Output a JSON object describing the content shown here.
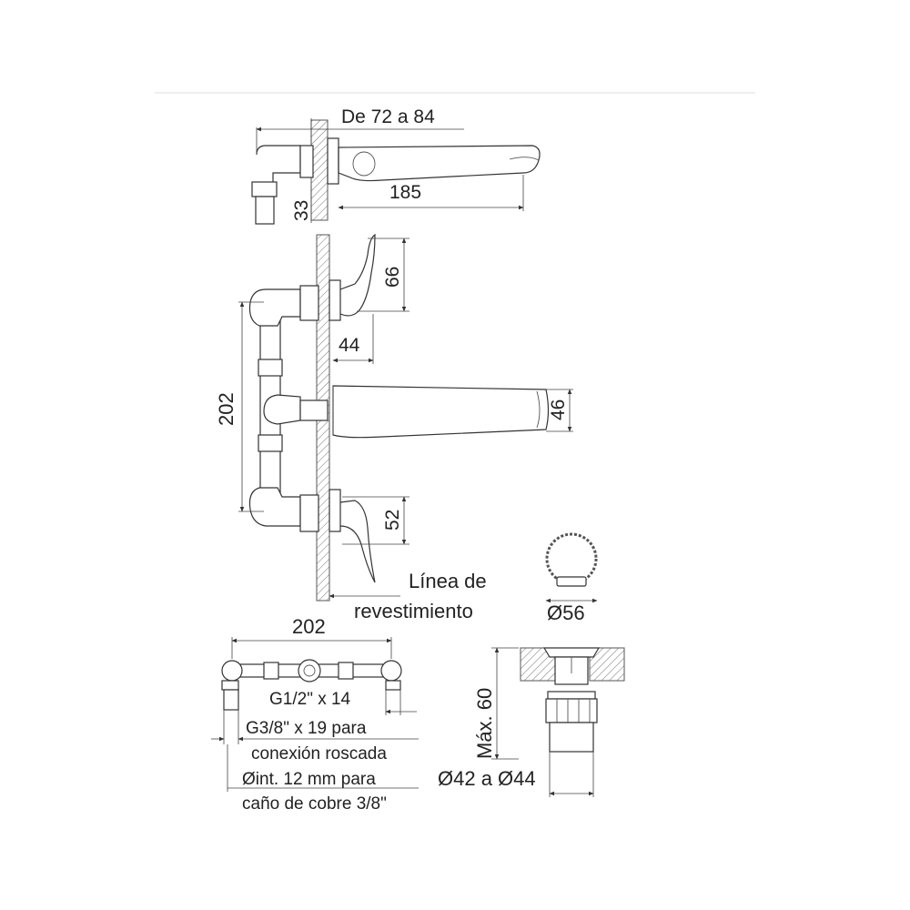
{
  "labels": {
    "reach_range": "De 72 a 84",
    "spout_length": "185",
    "depth_33": "33",
    "handle_66": "66",
    "handle_44": "44",
    "spout_46": "46",
    "height_202": "202",
    "handle_52": "52",
    "cladding_line_1": "Línea de",
    "cladding_line_2": "revestimiento",
    "width_202": "202",
    "thread_g12": "G1/2\" x 14",
    "thread_g38_1": "G3/8\" x 19 para",
    "thread_g38_2": "conexión roscada",
    "copper_1": "Øint. 12 mm para",
    "copper_2": "caño de cobre 3/8\"",
    "drain_diameter": "Ø56",
    "max_60": "Máx. 60",
    "drain_range": "Ø42 a Ø44"
  }
}
